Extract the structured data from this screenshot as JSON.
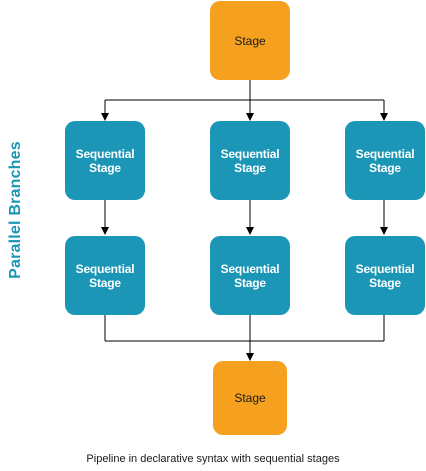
{
  "side_title": "Parallel Branches",
  "top_stage": "Stage",
  "bottom_stage": "Stage",
  "sequential_label": "Sequential\nStage",
  "branches": [
    {
      "first": "Sequential Stage",
      "second": "Sequential Stage"
    },
    {
      "first": "Sequential Stage",
      "second": "Sequential Stage"
    },
    {
      "first": "Sequential Stage",
      "second": "Sequential Stage"
    }
  ],
  "caption": "Pipeline in declarative syntax with sequential stages",
  "colors": {
    "stage": "#f5a11f",
    "sequential": "#1b96b6",
    "title": "#1b96b6",
    "connector": "#000000"
  }
}
